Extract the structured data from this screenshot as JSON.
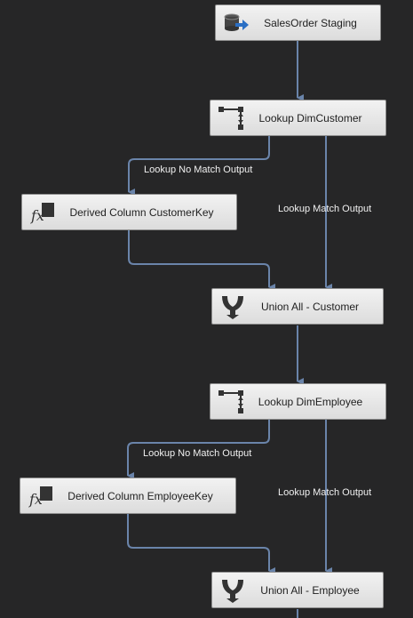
{
  "nodes": {
    "source": {
      "label": "SalesOrder Staging",
      "icon": "ole-db-source-icon"
    },
    "lookup_customer": {
      "label": "Lookup DimCustomer",
      "icon": "lookup-icon"
    },
    "derived_customer": {
      "label": "Derived Column CustomerKey",
      "icon": "derived-column-icon"
    },
    "union_customer": {
      "label": "Union All - Customer",
      "icon": "union-all-icon"
    },
    "lookup_employee": {
      "label": "Lookup DimEmployee",
      "icon": "lookup-icon"
    },
    "derived_employee": {
      "label": "Derived Column EmployeeKey",
      "icon": "derived-column-icon"
    },
    "union_employee": {
      "label": "Union All - Employee",
      "icon": "union-all-icon"
    }
  },
  "paths": {
    "customer_no_match": "Lookup No Match Output",
    "customer_match": "Lookup Match Output",
    "employee_no_match": "Lookup No Match Output",
    "employee_match": "Lookup Match Output"
  },
  "colors": {
    "canvas": "#262627",
    "connector": "#6a84aa",
    "node_fill": "#e6e6e6",
    "path_label_text": "#f0f0f0"
  }
}
